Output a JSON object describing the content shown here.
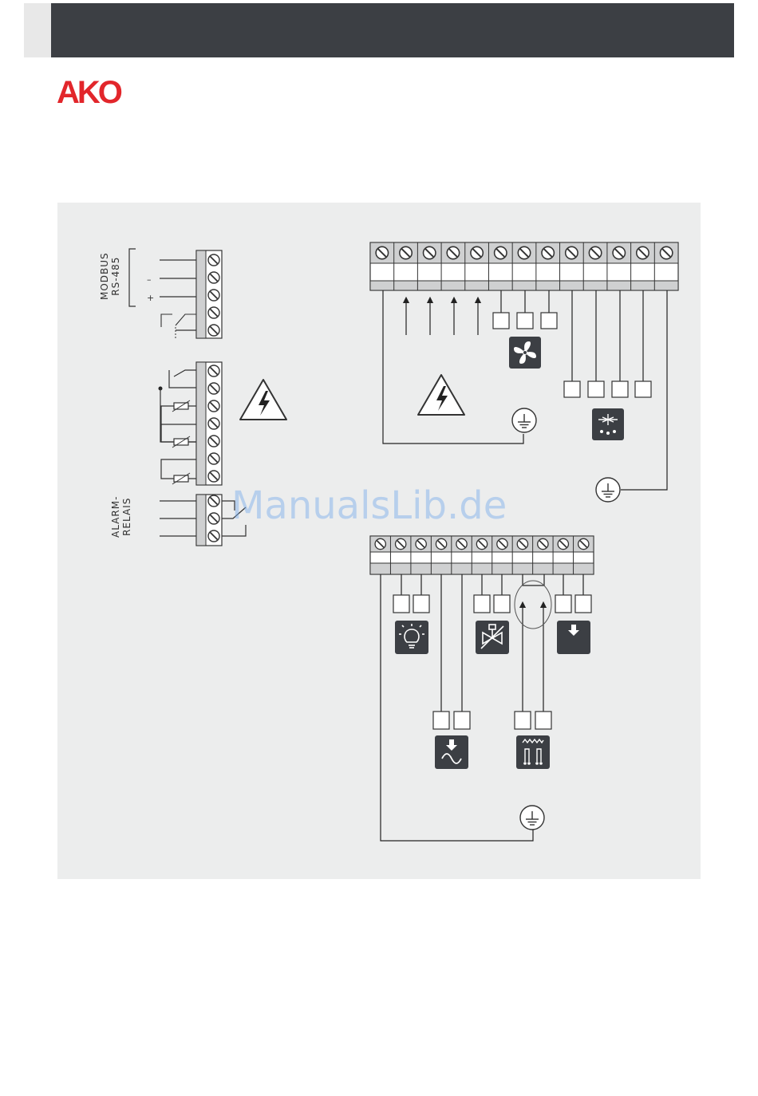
{
  "brand": {
    "name": "AKO",
    "color": "#e2262b"
  },
  "header": {
    "bar_color": "#3c3f44"
  },
  "labels": {
    "modbus_line1": "MODBUS",
    "modbus_line2": "RS-485",
    "modbus_minus": "–",
    "modbus_plus": "+",
    "alarm_line1": "ALARM-",
    "alarm_line2": "RELAIS"
  },
  "terminal_blocks": {
    "top_right_count": 13,
    "bottom_right_count": 11,
    "modbus_count": 5,
    "sensor_count": 7,
    "alarm_count": 3
  },
  "icons": [
    "high-voltage-warning-icon",
    "fan-icon",
    "defrost-snowflake-icon",
    "earth-ground-icon",
    "light-bulb-icon",
    "solenoid-valve-icon",
    "drain-down-arrow-icon",
    "heater-drain-icon",
    "resistance-heater-icon"
  ],
  "watermark": "ManualsLib.de"
}
